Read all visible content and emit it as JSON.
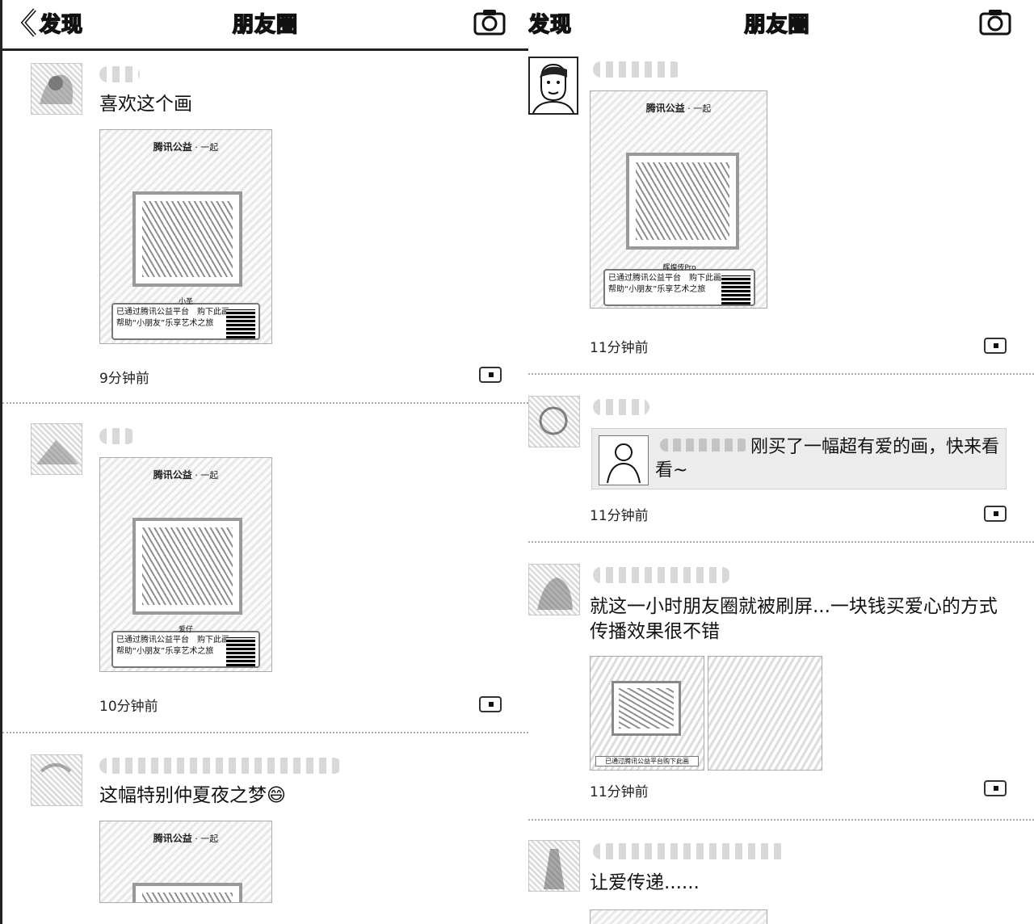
{
  "left": {
    "back_label": "发现",
    "title": "朋友圈",
    "posts": [
      {
        "text": "喜欢这个画",
        "time": "9分钟前",
        "image": {
          "brand_main": "腾讯公益",
          "brand_sub": "一起",
          "card_name": "小圣",
          "card_line1": "已通过腾讯公益平台　购下此画",
          "card_line2": "帮助“小朋友”乐享艺术之旅"
        }
      },
      {
        "text": "",
        "time": "10分钟前",
        "image": {
          "brand_main": "腾讯公益",
          "brand_sub": "一起",
          "card_name": "爱仔",
          "card_line1": "已通过腾讯公益平台　购下此画",
          "card_line2": "帮助“小朋友”乐享艺术之旅"
        }
      },
      {
        "text": "这幅特别仲夏夜之梦",
        "emoji": "😄",
        "image": {
          "brand_main": "腾讯公益",
          "brand_sub": "一起"
        }
      }
    ]
  },
  "right": {
    "back_label": "发现",
    "title": "朋友圈",
    "posts": [
      {
        "time": "11分钟前",
        "image": {
          "brand_main": "腾讯公益",
          "brand_sub": "一起",
          "card_name": "辉煌传Pro",
          "card_line1": "已通过腾讯公益平台　购下此画",
          "card_line2": "帮助“小朋友”乐享艺术之旅"
        }
      },
      {
        "share_text": "刚买了一幅超有爱的画，快来看看~",
        "time": "11分钟前"
      },
      {
        "text": "就这一小时朋友圈就被刷屏...一块钱买爱心的方式传播效果很不错",
        "time": "11分钟前",
        "thumb_caption": "已通过腾讯公益平台购下此画"
      },
      {
        "text": "让爱传递......"
      }
    ]
  },
  "icons": {
    "back": "chevron-left-icon",
    "camera": "camera-icon",
    "more": "comment-dots-icon"
  }
}
